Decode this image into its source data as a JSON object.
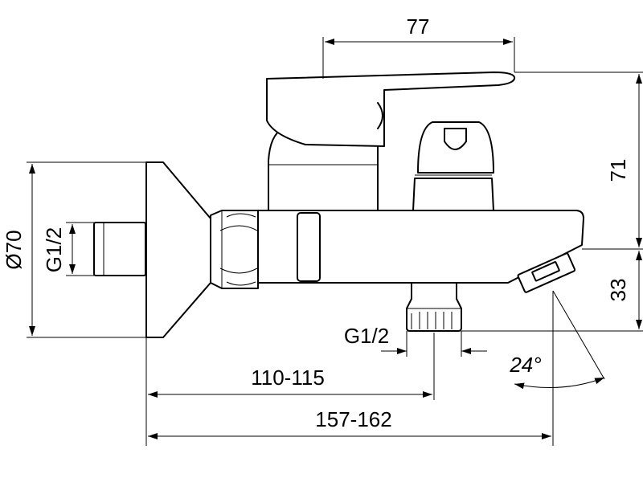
{
  "dimensions": {
    "diameter_base": "Ø70",
    "thread_left": "G1/2",
    "thread_bottom": "G1/2",
    "lever_width": "77",
    "height_top": "71",
    "height_spout": "33",
    "length_to_outlet": "110-115",
    "length_total": "157-162",
    "spout_angle": "24°"
  }
}
